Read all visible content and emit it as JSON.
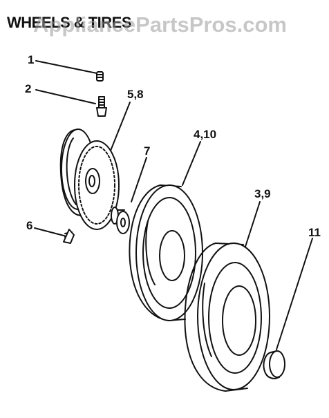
{
  "title": "WHEELS & TIRES",
  "watermark": "AppliancePartsPros.com",
  "callouts": {
    "c1": "1",
    "c2": "2",
    "c58": "5,8",
    "c7": "7",
    "c410": "4,10",
    "c39": "3,9",
    "c6": "6",
    "c11": "11"
  }
}
